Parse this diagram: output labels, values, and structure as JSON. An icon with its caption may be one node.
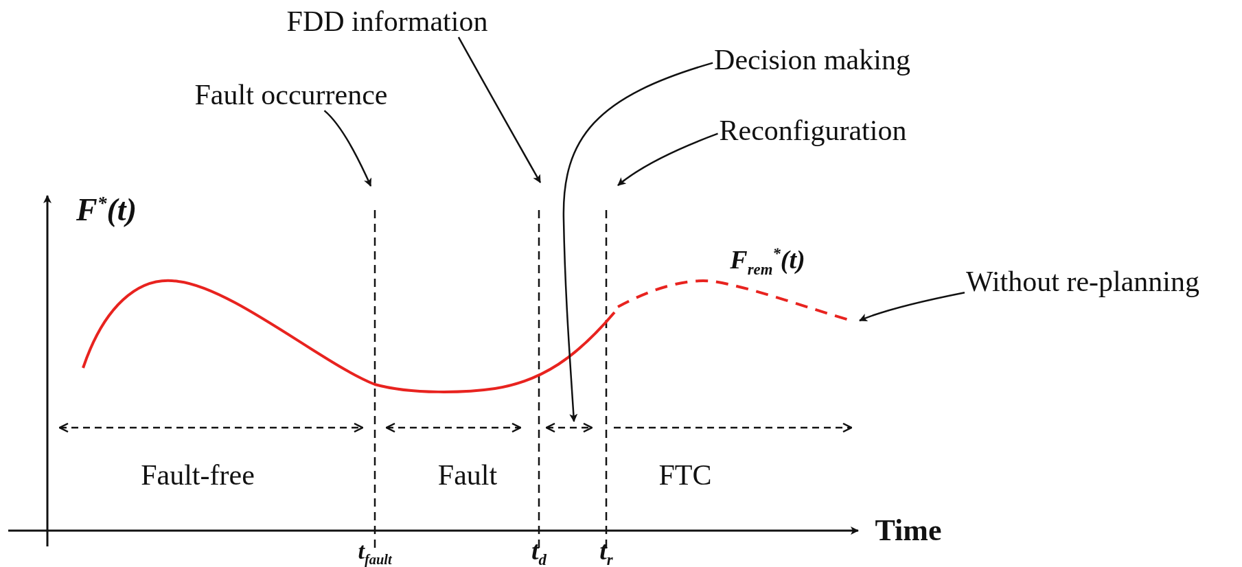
{
  "diagram": {
    "nodes": [
      {
        "text": [
          "Fault occurrence"
        ]
      },
      {
        "text": [
          "FDD information"
        ]
      },
      {
        "text": [
          "Decision making"
        ]
      },
      {
        "text": [
          "Reconfiguration"
        ]
      },
      {
        "text": [
          "Without re-planning"
        ]
      },
      {
        "text": [],
        "shape": "arrow"
      }
    ],
    "edges": [
      {
        "from": 0,
        "to": null,
        "arrow": "to"
      },
      {
        "from": 1,
        "to": null,
        "arrow": "to"
      },
      {
        "from": 2,
        "to": 5,
        "arrow": "to"
      },
      {
        "from": 3,
        "to": null,
        "arrow": "to"
      },
      {
        "from": 4,
        "to": null,
        "arrow": "to"
      }
    ],
    "labels": [
      "F$^{*}$(t)",
      "F$_{rem}$$^{*}$(t)",
      "Fault-free",
      "Fault",
      "FTC",
      "Time",
      "t$_{fault}$",
      "t$_{d}$",
      "t$_{r}$"
    ]
  }
}
